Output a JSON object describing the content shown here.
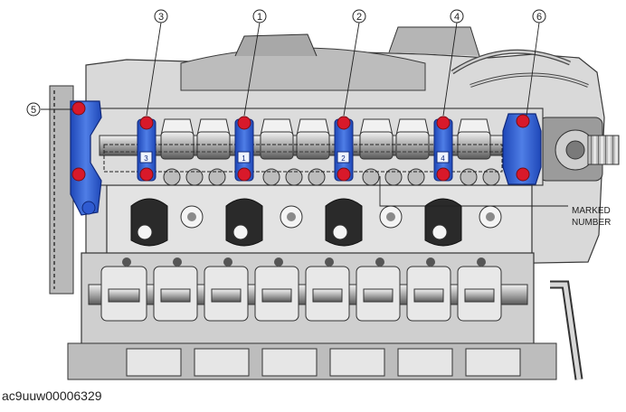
{
  "figure_id": "ac9uuw00006329",
  "callouts": [
    "1",
    "2",
    "3",
    "4",
    "5",
    "6"
  ],
  "marker_label_line1": "MARKED",
  "marker_label_line2": "NUMBER",
  "cap_numbers": [
    "1",
    "2",
    "3",
    "4"
  ],
  "colors": {
    "highlight_blue": "#2f5bd1",
    "bolt_red": "#d8192a",
    "metal_light": "#cfcfcf",
    "metal_dark": "#3a3a3a"
  }
}
